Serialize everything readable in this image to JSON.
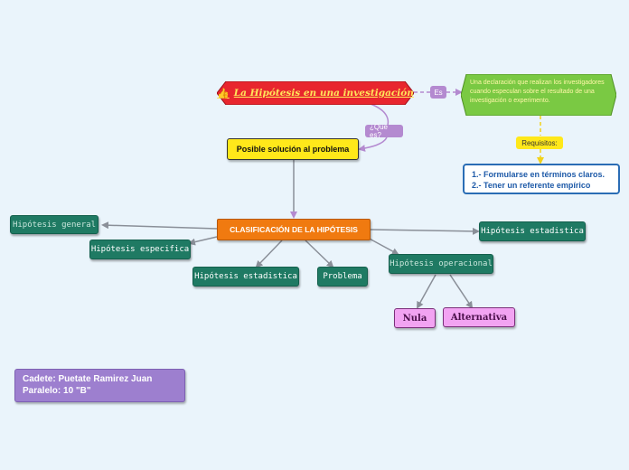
{
  "main_topic": {
    "icon": "thumbs-up-icon",
    "label": "La Hipótesis en una investigación"
  },
  "link_labels": {
    "es": "Es",
    "que_es": "¿Que es?",
    "requisitos": "Requisitos:"
  },
  "definition": {
    "text": "Una declaración que realizan los investigadores cuando especulan sobre el resultado de una investigación o experimento."
  },
  "requirements": {
    "line1": "1.- Formularse en términos claros.",
    "line2": "2.- Tener un referente empírico"
  },
  "solution": {
    "label": "Posible solución al problema"
  },
  "classification": {
    "label": "CLASIFICACIÓN DE LA HIPÓTESIS"
  },
  "types": {
    "general": "Hipótesis general",
    "especifica": "Hipótesis especifica",
    "estadistica_left": "Hipótesis estadistica",
    "problema": "Problema",
    "operacional": "Hipótesis operacional",
    "estadistica_right": "Hipótesis estadistica"
  },
  "operational_children": {
    "nula": "Nula",
    "alternativa": "Alternativa"
  },
  "author": {
    "line1": "Cadete: Puetate Ramirez Juan",
    "line2": "Paralelo: 10 \"B\""
  },
  "colors": {
    "background": "#eaf4fb",
    "main_topic": "#e8262e",
    "definition": "#7ac943",
    "requirements_border": "#2a6db5",
    "solution": "#ffe81a",
    "classification": "#f07a10",
    "teal": "#1f7a63",
    "pink": "#f2a3f2",
    "author": "#9d7fcf"
  }
}
